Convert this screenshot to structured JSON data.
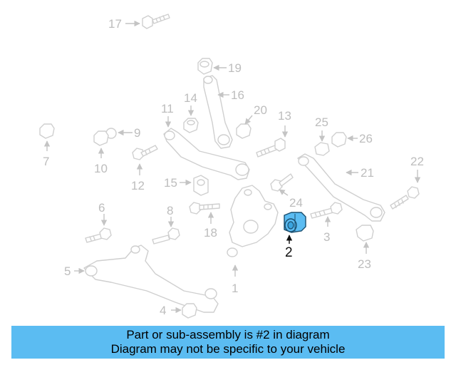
{
  "callouts": {
    "c1": "1",
    "c2": "2",
    "c3": "3",
    "c4": "4",
    "c5": "5",
    "c6": "6",
    "c7": "7",
    "c8": "8",
    "c9": "9",
    "c10": "10",
    "c11": "11",
    "c12": "12",
    "c13": "13",
    "c14": "14",
    "c15": "15",
    "c16": "16",
    "c17": "17",
    "c18": "18",
    "c19": "19",
    "c20": "20",
    "c21": "21",
    "c22": "22",
    "c23": "23",
    "c24": "24",
    "c25": "25",
    "c26": "26"
  },
  "highlight": {
    "part_number": "2",
    "color": "#5bbcf2"
  },
  "banner": {
    "line1": "Part or sub-assembly is #2 in diagram",
    "line2": "Diagram may not be specific to your vehicle",
    "color": "#5bbcf2"
  }
}
